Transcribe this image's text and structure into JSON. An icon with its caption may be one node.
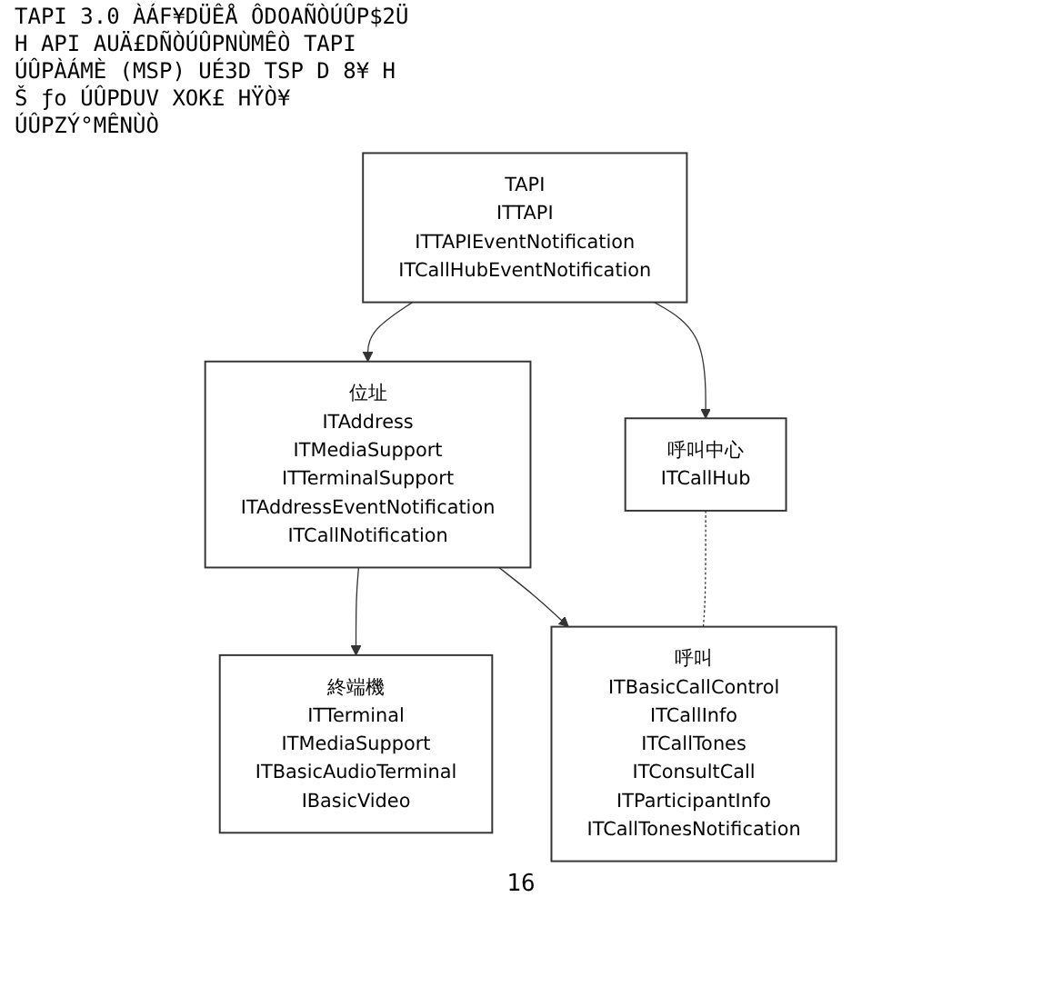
{
  "diagram": {
    "nodes": [
      {
        "text": [
          "TAPI",
          "ITTAPI",
          "ITTAPIEventNotification",
          "ITCallHubEventNotification"
        ]
      },
      {
        "text": [
          "位址",
          "ITAddress",
          "ITMediaSupport",
          "ITTerminalSupport",
          "ITAddressEventNotification",
          "ITCallNotification"
        ]
      },
      {
        "text": [
          "呼叫中心",
          "ITCallHub"
        ]
      },
      {
        "text": [
          "終端機",
          "ITTerminal",
          "ITMediaSupport",
          "ITBasicAudioTerminal",
          "IBasicVideo"
        ]
      },
      {
        "text": [
          "呼叫",
          "ITBasicCallControl",
          "ITCallInfo",
          "ITCallTones",
          "ITConsultCall",
          "ITParticipantInfo",
          "ITCallTonesNotification"
        ]
      }
    ],
    "edges": [
      {
        "from": 0,
        "to": 1,
        "arrow": "to"
      },
      {
        "from": 0,
        "to": 2,
        "arrow": "to"
      },
      {
        "from": 1,
        "to": 3,
        "arrow": "to"
      },
      {
        "from": 1,
        "to": 4,
        "arrow": "to"
      },
      {
        "from": 2,
        "to": 4,
        "arrow": "none",
        "style": "dashed"
      }
    ],
    "labels": [
      "TAPI 3.0 ÀÁF¥DÜÊÅ ÔDOAÑÒÚÛP$2Ü",
      "H API AUÄ£DÑÒÚÛPNÙMÊÒ TAPI",
      "ÚÛPÀÁMÈ (MSP) UÉ3D TSP D 8¥ H",
      "Š ƒo ÚÛPDUV XOK£ HŸÒ¥",
      "ÚÛPZÝ°MÊNÙÒ",
      "16"
    ]
  }
}
